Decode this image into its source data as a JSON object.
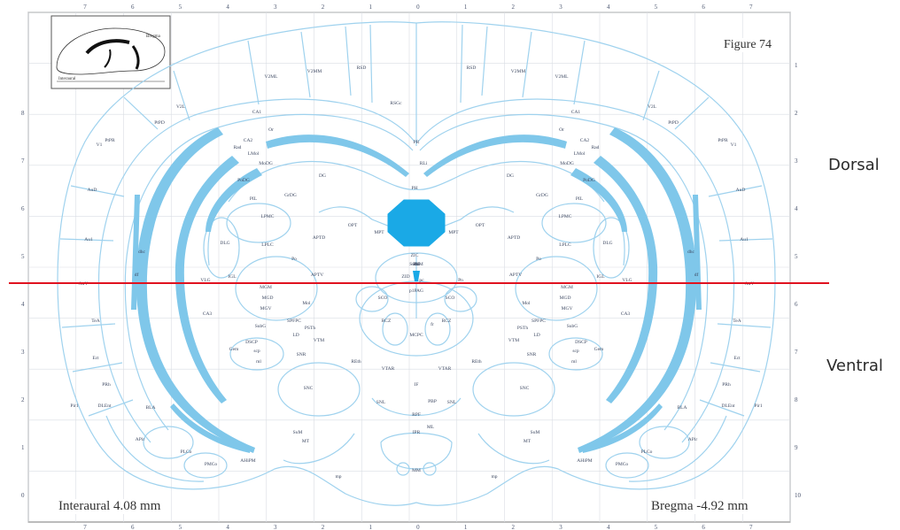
{
  "figure": {
    "title": "Figure 74",
    "interaural": "Interaural 4.08 mm",
    "bregma": "Bregma -4.92 mm"
  },
  "orientation": {
    "dorsal": "Dorsal",
    "ventral": "Ventral"
  },
  "colors": {
    "outline": "#9fd2ee",
    "tract": "#7fc7ea",
    "highlight": "#1aa9e6",
    "frame": "#7a7a7a",
    "divider_line": "#e0121f"
  },
  "axes": {
    "top_ticks": [
      "7",
      "6",
      "5",
      "4",
      "3",
      "2",
      "1",
      "0",
      "1",
      "2",
      "3",
      "4",
      "5",
      "6",
      "7"
    ],
    "right_ticks": [
      "1",
      "2",
      "3",
      "4",
      "5",
      "6",
      "7",
      "8",
      "9",
      "10"
    ],
    "left_ticks": [
      "8",
      "7",
      "6",
      "5",
      "4",
      "3",
      "2",
      "1",
      "0"
    ]
  },
  "inset": {
    "scale_label": "Interaural",
    "region_label": "Bregma"
  },
  "region_labels": [
    "V1",
    "V2ML",
    "V2MM",
    "RSD",
    "RSGc",
    "V2L",
    "PtPD",
    "PtPR",
    "AuD",
    "Au1",
    "AuV",
    "TeA",
    "Ect",
    "PRh",
    "DLEnt",
    "Pir1",
    "BLA",
    "APir",
    "PLCo",
    "PMCo",
    "AHiPM",
    "CA1",
    "CA2",
    "CA3",
    "DG",
    "PoDG",
    "GrDG",
    "LMol",
    "MoDG",
    "Rad",
    "Or",
    "dhc",
    "df",
    "LPMC",
    "LPLC",
    "DLG",
    "VLG",
    "IGL",
    "MGD",
    "MGV",
    "MGM",
    "SubG",
    "Po",
    "APTD",
    "APTV",
    "OPT",
    "MPT",
    "PLi",
    "PSTh",
    "SNR",
    "SNC",
    "SNL",
    "RPF",
    "PBP",
    "VTAR",
    "IF",
    "IPR",
    "MM",
    "ML",
    "SuM",
    "MT",
    "mp",
    "VTM",
    "REth",
    "ml",
    "Gem",
    "Mol",
    "SPFPC",
    "PIL",
    "LD",
    "scp",
    "DSCP",
    "ZIC",
    "ZID",
    "p1PAG",
    "pc",
    "Pn",
    "SCO",
    "RCZ",
    "MCPC",
    "PH",
    "PR",
    "fr",
    "RLi",
    "3V",
    "SuMM",
    "sm"
  ]
}
